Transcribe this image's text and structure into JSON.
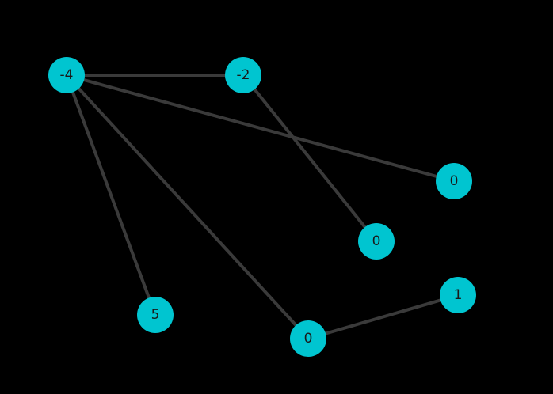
{
  "graph": {
    "node_color": "#00c5d0",
    "edge_color": "#3a3a3a",
    "background": "#000000",
    "nodes": [
      {
        "id": "n1",
        "label": "-4"
      },
      {
        "id": "n2",
        "label": "-2"
      },
      {
        "id": "n3",
        "label": "0"
      },
      {
        "id": "n4",
        "label": "0"
      },
      {
        "id": "n5",
        "label": "1"
      },
      {
        "id": "n6",
        "label": "5"
      },
      {
        "id": "n7",
        "label": "0"
      }
    ],
    "edges": [
      {
        "from": "n1",
        "to": "n2"
      },
      {
        "from": "n1",
        "to": "n3"
      },
      {
        "from": "n1",
        "to": "n6"
      },
      {
        "from": "n1",
        "to": "n7"
      },
      {
        "from": "n2",
        "to": "n4"
      },
      {
        "from": "n7",
        "to": "n5"
      }
    ]
  }
}
